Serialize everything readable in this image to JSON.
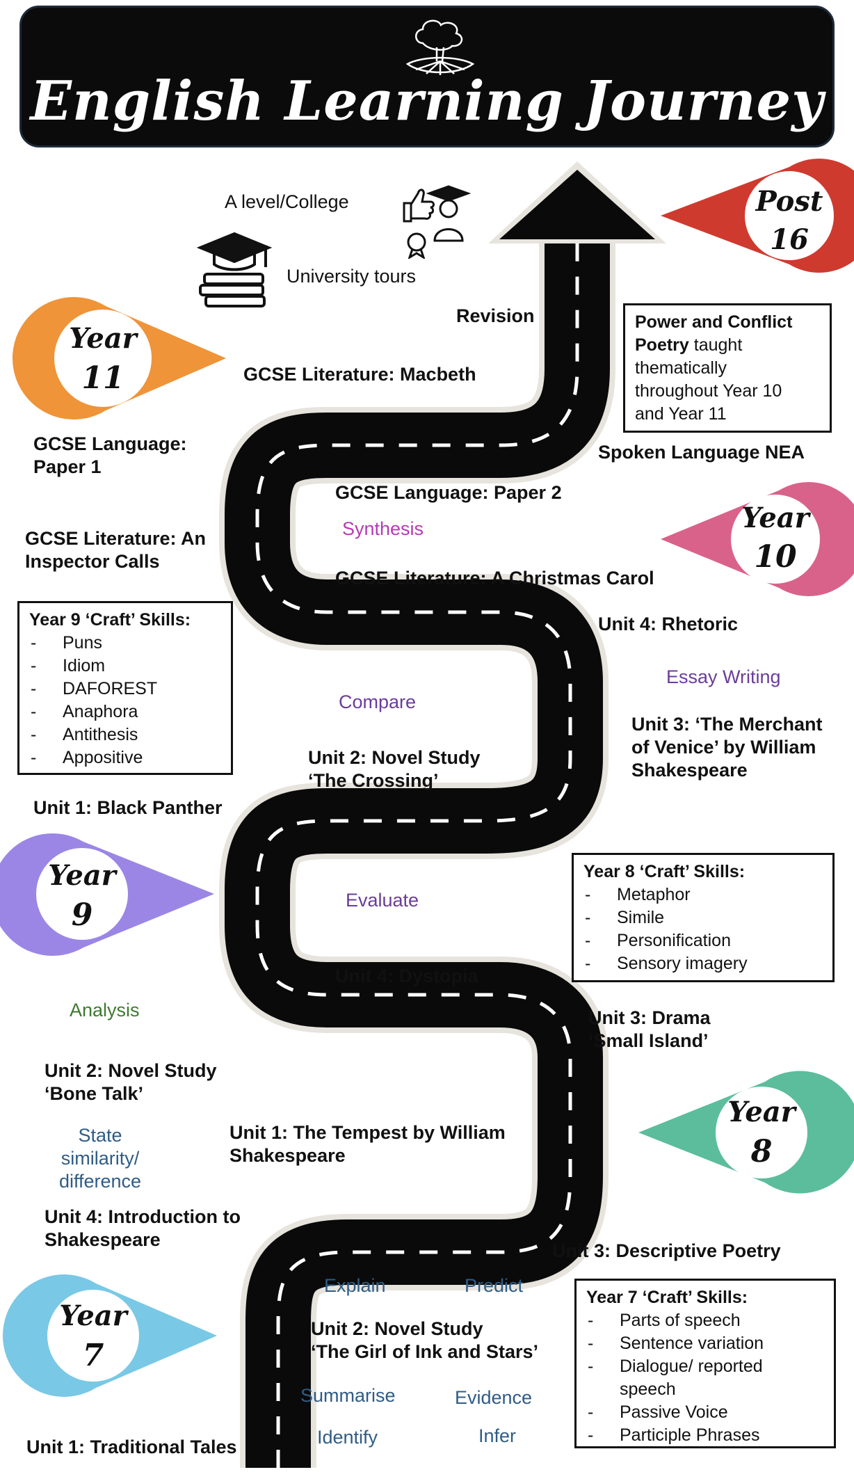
{
  "header": {
    "title": "English Learning Journey",
    "logo_icon": "tree-logo-icon"
  },
  "colors": {
    "post16": "#cf3a2f",
    "year11": "#ef9438",
    "year10": "#d9628a",
    "year9": "#9b86e6",
    "year8": "#5bbd9c",
    "year7": "#79c8e6",
    "synthesis": "#b53bb5",
    "purple_skill": "#6a3d9a",
    "green_skill": "#3d7a2f",
    "blue_skill": "#2f5c86"
  },
  "pins": {
    "post16": {
      "line1": "Post",
      "line2": "16"
    },
    "year11": {
      "line1": "Year",
      "line2": "11"
    },
    "year10": {
      "line1": "Year",
      "line2": "10"
    },
    "year9": {
      "line1": "Year",
      "line2": "9"
    },
    "year8": {
      "line1": "Year",
      "line2": "8"
    },
    "year7": {
      "line1": "Year",
      "line2": "7"
    }
  },
  "post16": {
    "a_level": "A level/College",
    "university_tours": "University tours",
    "revision": "Revision",
    "icons": [
      "graduation-books-icon",
      "thumbs-up-graduate-icon"
    ]
  },
  "units": {
    "gcse_lit_macbeth": "GCSE Literature: Macbeth",
    "gcse_lang_p1_line1": "GCSE Language:",
    "gcse_lang_p1_line2": "Paper 1",
    "spoken_nea": "Spoken Language NEA",
    "gcse_lang_p2": "GCSE Language: Paper 2",
    "gcse_lit_aic_line1": "GCSE Literature: An",
    "gcse_lit_aic_line2": "Inspector Calls",
    "gcse_lit_acc": "GCSE Literature: A Christmas Carol",
    "y9_unit4": "Unit 4: Rhetoric",
    "y9_unit3_line1": "Unit 3: ‘The Merchant",
    "y9_unit3_line2": "of Venice’ by William",
    "y9_unit3_line3": "Shakespeare",
    "y9_unit2_line1": "Unit 2: Novel Study",
    "y9_unit2_line2": "‘The Crossing’",
    "y9_unit1": "Unit 1: Black Panther",
    "y8_unit4": "Unit 4: Dystopia",
    "y8_unit3_line1": "Unit 3: Drama",
    "y8_unit3_line2": "‘Small Island’",
    "y8_unit2_line1": "Unit 2: Novel Study",
    "y8_unit2_line2": "‘Bone Talk’",
    "y8_unit1_line1": "Unit 1: The Tempest by William",
    "y8_unit1_line2": "Shakespeare",
    "y7_unit4_line1": "Unit 4: Introduction to",
    "y7_unit4_line2": "Shakespeare",
    "y7_unit3": "Unit 3: Descriptive Poetry",
    "y7_unit2_line1": "Unit 2: Novel Study",
    "y7_unit2_line2": "‘The Girl of Ink and Stars’",
    "y7_unit1": "Unit 1: Traditional Tales"
  },
  "skills": {
    "synthesis": "Synthesis",
    "essay_writing": "Essay Writing",
    "compare": "Compare",
    "evaluate": "Evaluate",
    "analysis": "Analysis",
    "state_line1": "State",
    "state_line2": "similarity/",
    "state_line3": "difference",
    "explain": "Explain",
    "predict": "Predict",
    "summarise": "Summarise",
    "evidence": "Evidence",
    "identify": "Identify",
    "infer": "Infer"
  },
  "boxes": {
    "power_conflict": {
      "bold": "Power and Conflict Poetry",
      "rest1": " taught",
      "line2": "thematically",
      "line3": "throughout Year 10",
      "line4": "and Year 11"
    },
    "y9_craft": {
      "heading": "Year 9 ‘Craft’ Skills:",
      "items": [
        "Puns",
        "Idiom",
        "DAFOREST",
        "Anaphora",
        "Antithesis",
        "Appositive"
      ]
    },
    "y8_craft": {
      "heading": "Year 8 ‘Craft’ Skills:",
      "items": [
        "Metaphor",
        "Simile",
        "Personification",
        "Sensory imagery"
      ]
    },
    "y7_craft": {
      "heading": "Year 7 ‘Craft’ Skills:",
      "items": [
        "Parts of speech",
        "Sentence variation",
        "Dialogue/ reported",
        "speech",
        "Passive Voice",
        "Participle Phrases"
      ]
    }
  }
}
